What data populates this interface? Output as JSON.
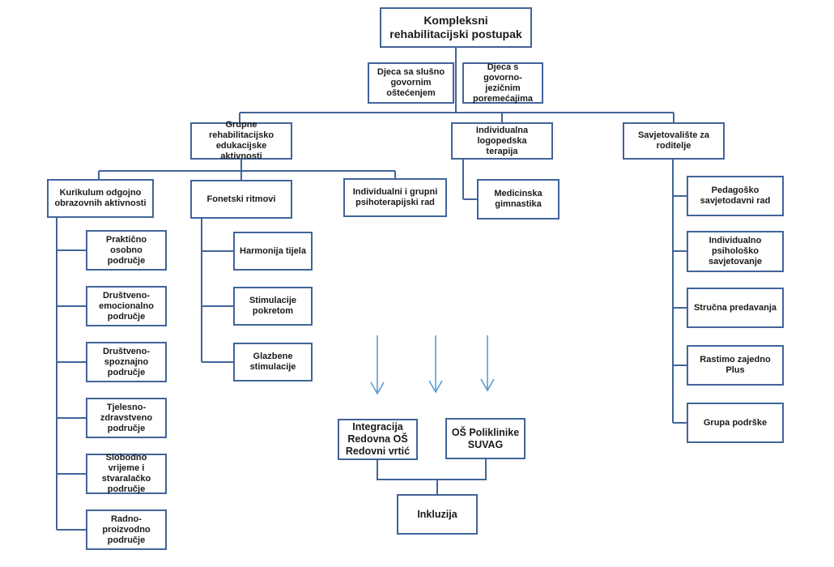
{
  "diagram": {
    "root": "Kompleksni\nrehabilitacijski postupak",
    "target_groups": [
      "Djeca sa slušno\ngovornim\noštećenjem",
      "Djeca s govorno-\njezičnim\nporemećajima"
    ],
    "branches": {
      "group": {
        "label": "Grupne rehabilitacijsko\nedukacijske aktivnosti",
        "curriculum": {
          "label": "Kurikulum odgojno\nobrazovnih aktivnosti",
          "items": [
            "Praktično osobno\npodručje",
            "Društveno-\nemocionalno\npodručje",
            "Društveno-\nspoznajno\npodručje",
            "Tjelesno-\nzdravstveno\npodručje",
            "Slobodno vrijeme i\nstvaralačko\npodručje",
            "Radno-proizvodno\npodručje"
          ]
        },
        "phonetic": {
          "label": "Fonetski ritmovi",
          "items": [
            "Harmonija tijela",
            "Stimulacije\npokretom",
            "Glazbene\nstimulacije"
          ]
        },
        "psychotherapy": "Individualni i grupni\npsihoterapijski rad"
      },
      "individual": {
        "label": "Individualna logopedska\nterapija",
        "items": [
          "Medicinska\ngimnastika"
        ]
      },
      "counseling": {
        "label": "Savjetovalište za\nroditelje",
        "items": [
          "Pedagoško\nsavjetodavni rad",
          "Individualno\npsihološko\nsavjetovanje",
          "Stručna predavanja",
          "Rastimo zajedno Plus",
          "Grupa podrške"
        ]
      }
    },
    "outcomes": {
      "integration": "Integracija\nRedovna OŠ\nRedovni vrtić",
      "school": "OŠ Poliklinike\nSUVAG",
      "inclusion": "Inkluzija"
    }
  },
  "colors": {
    "box_border": "#41649a",
    "connector": "#41649a",
    "arrow": "#5b9bd5",
    "text": "#1a1a1a"
  }
}
